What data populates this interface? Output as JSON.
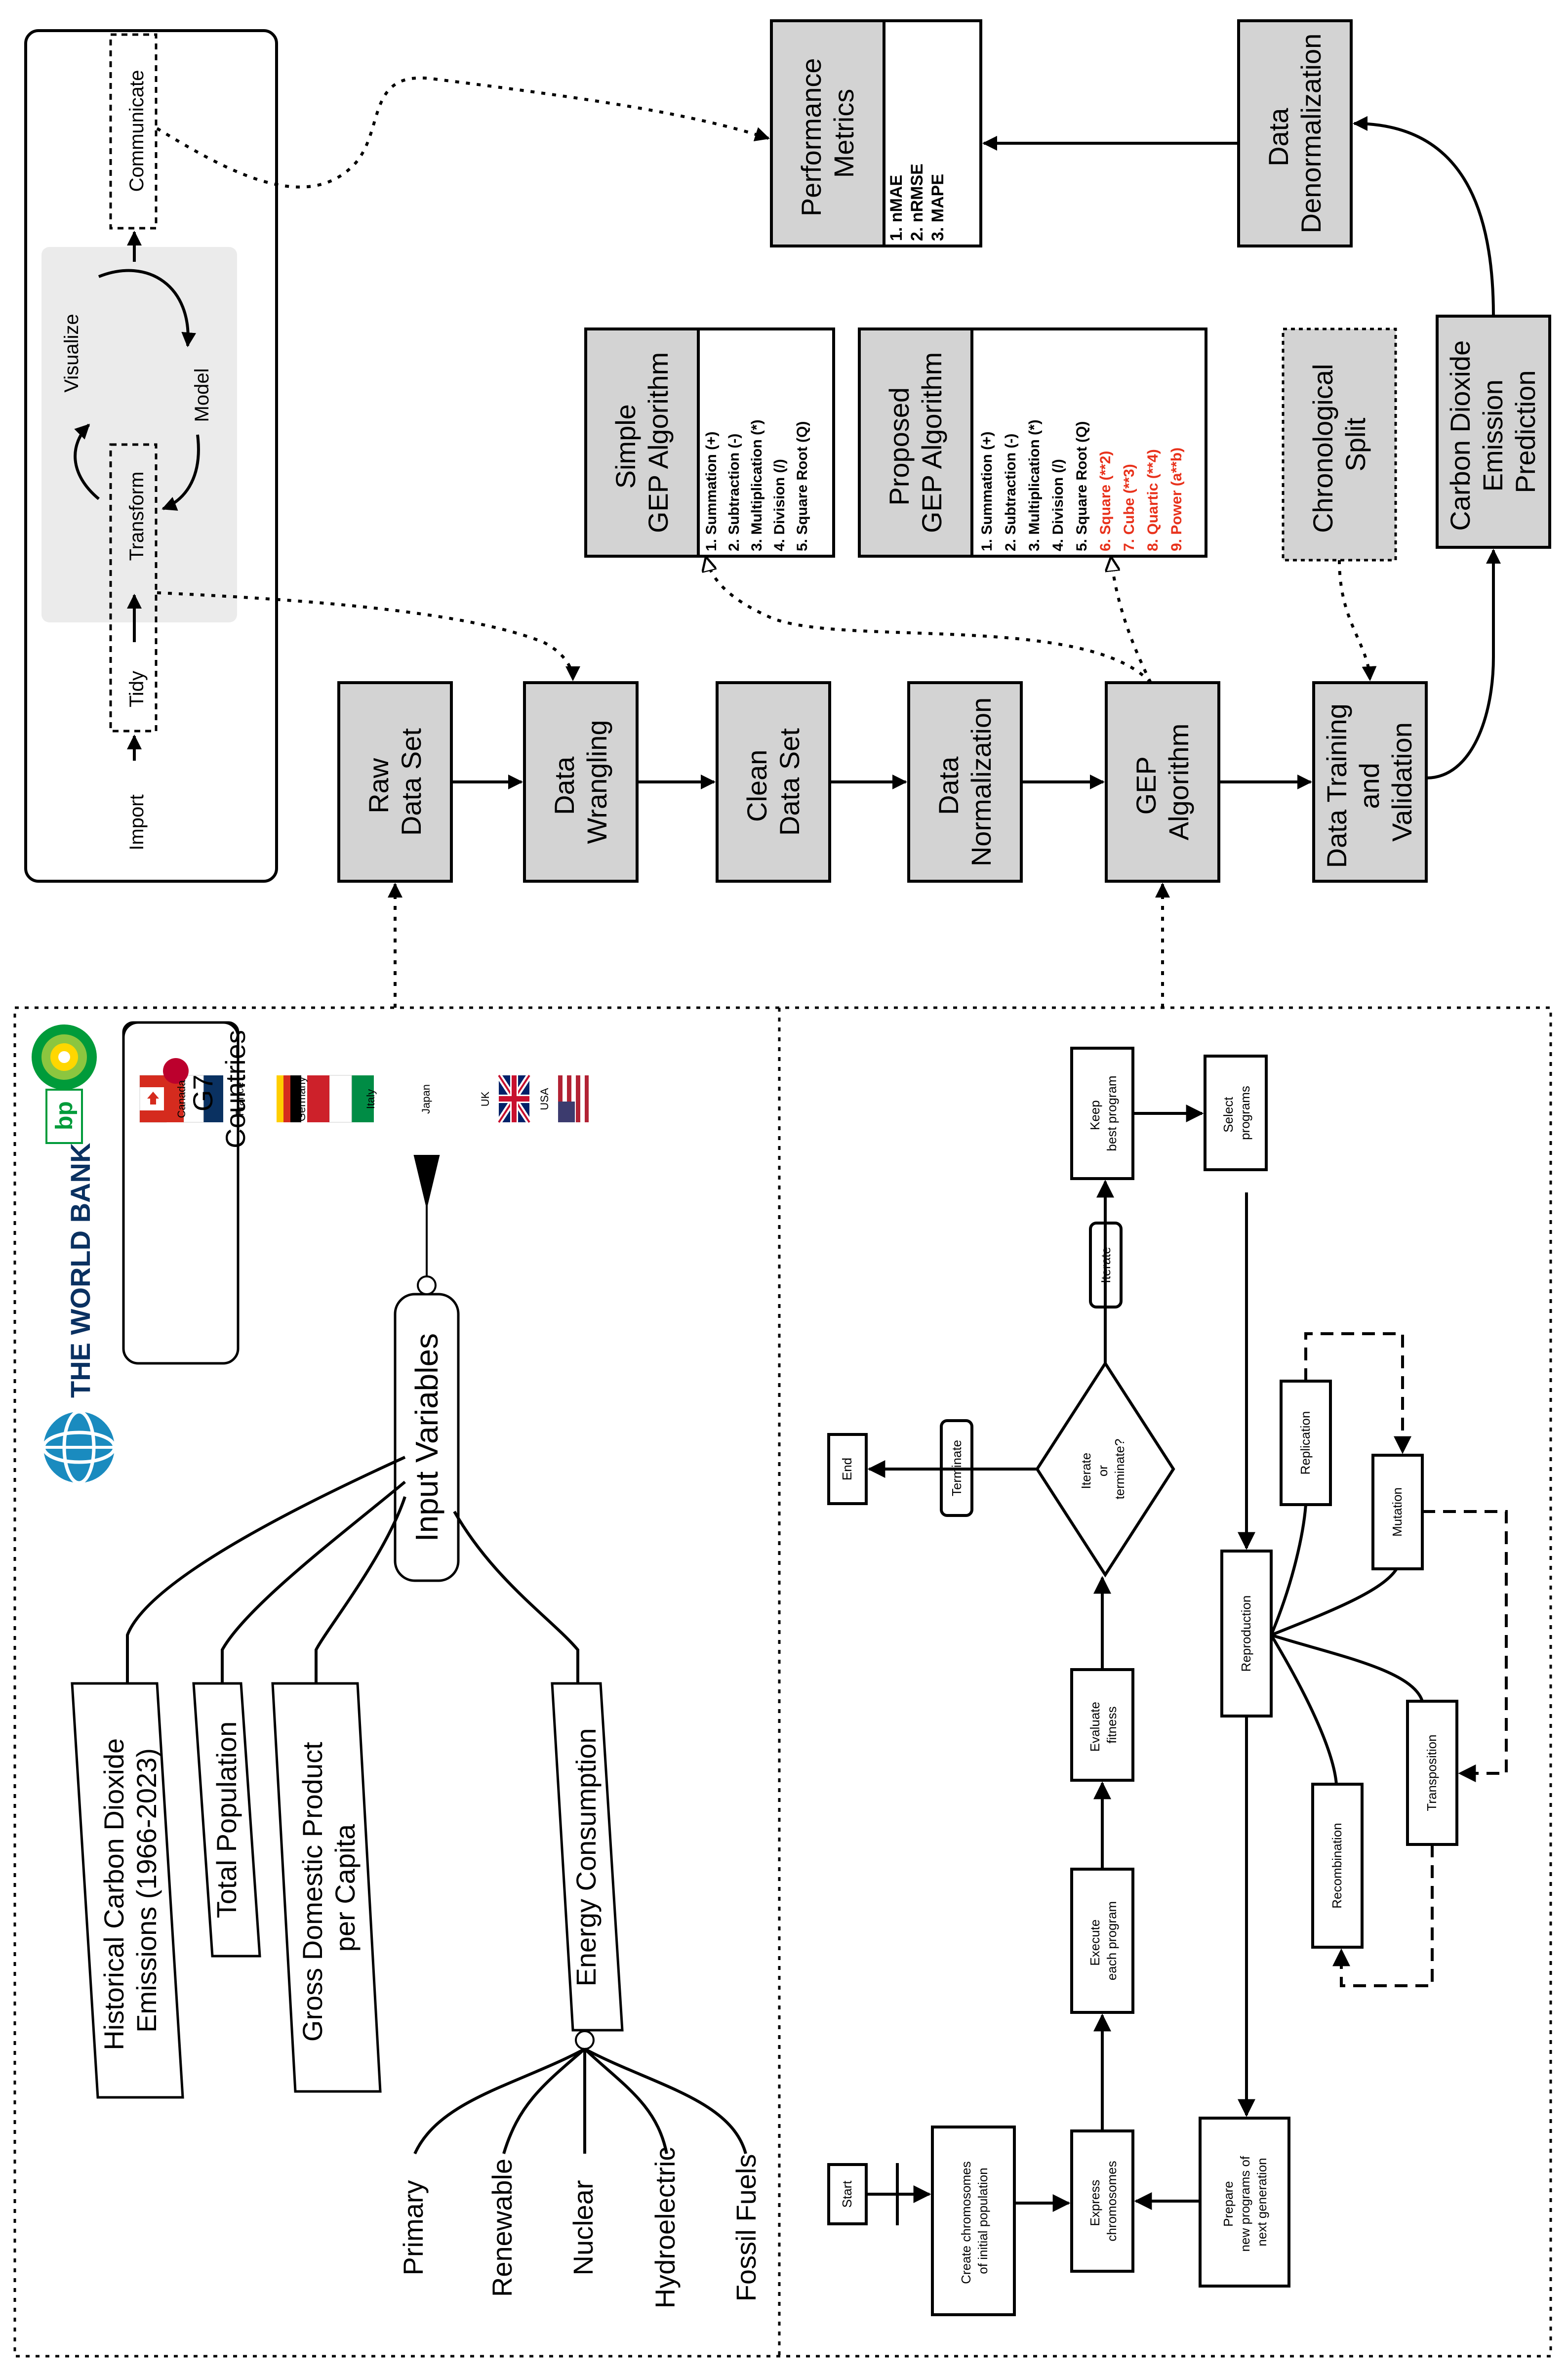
{
  "tidy_cycle": {
    "import": "Import",
    "tidy": "Tidy",
    "transform": "Transform",
    "visualize": "Visualize",
    "model": "Model",
    "communicate": "Communicate"
  },
  "pipeline": {
    "raw_data": [
      "Raw",
      "Data Set"
    ],
    "data_wrangling": [
      "Data",
      "Wrangling"
    ],
    "clean_data": [
      "Clean",
      "Data Set"
    ],
    "data_normalization": [
      "Data",
      "Normalization"
    ],
    "gep_algorithm": [
      "GEP",
      "Algorithm"
    ],
    "training": [
      "Data Training",
      "and",
      "Validation"
    ],
    "prediction": [
      "Carbon Dioxide",
      "Emission",
      "Prediction"
    ],
    "denormalization": [
      "Data",
      "Denormalization"
    ],
    "performance_metrics": [
      "Performance",
      "Metrics"
    ],
    "metrics": [
      "1. nMAE",
      "2. nRMSE",
      "3. MAPE"
    ],
    "chronological_split": [
      "Chronological",
      "Split"
    ],
    "simple_gep_title": [
      "Simple",
      "GEP Algorithm"
    ],
    "simple_gep_ops": [
      "1. Summation (+)",
      "2. Subtraction (-)",
      "3. Multiplication (*)",
      "4. Division (/)",
      "5. Square Root (Q)"
    ],
    "proposed_gep_title": [
      "Proposed",
      "GEP Algorithm"
    ],
    "proposed_gep_ops": [
      "1. Summation (+)",
      "2. Subtraction (-)",
      "3. Multiplication (*)",
      "4. Division (/)",
      "5. Square Root (Q)"
    ],
    "proposed_gep_new_ops": [
      "6. Square (**2)",
      "7. Cube (**3)",
      "8. Quartic (**4)",
      "9. Power (a**b)"
    ]
  },
  "inputs": {
    "world_bank": "THE WORLD BANK",
    "bp": "bp",
    "input_variables": "Input Variables",
    "historical": [
      "Historical Carbon Dioxide",
      "Emissions (1966-2023)"
    ],
    "population": "Total Population",
    "gdp": [
      "Gross Domestic Product",
      "per Capita"
    ],
    "energy": "Energy Consumption",
    "energy_types": [
      "Primary",
      "Renewable",
      "Nuclear",
      "Hydroelectric",
      "Fossil Fuels"
    ],
    "countries_title": [
      "G7",
      "Countries"
    ],
    "countries": [
      "Canada",
      "France",
      "Germany",
      "Italy",
      "Japan",
      "UK",
      "USA"
    ]
  },
  "gep_flow": {
    "start": "Start",
    "create": [
      "Create chromosomes",
      "of initial population"
    ],
    "express": [
      "Express",
      "chromosomes"
    ],
    "execute": [
      "Execute",
      "each program"
    ],
    "evaluate": [
      "Evaluate",
      "fitness"
    ],
    "decision": [
      "Iterate",
      "or",
      "terminate?"
    ],
    "terminate": "Terminate",
    "end": "End",
    "iterate": "Iterate",
    "keep": [
      "Keep",
      "best program"
    ],
    "select": [
      "Select",
      "programs"
    ],
    "reproduction": "Reproduction",
    "replication": "Replication",
    "mutation": "Mutation",
    "transposition": "Transposition",
    "recombination": "Recombination",
    "prepare": [
      "Prepare",
      "new programs of",
      "next generation"
    ]
  },
  "colors": {
    "box_fill": "#d3d3d3",
    "highlight": "#e8321c",
    "flag_red": "#d52b1e",
    "flag_blue": "#0a3161",
    "flag_green": "#008c45",
    "flag_gold": "#ffce00",
    "wb_blue": "#1a8bbf",
    "bp_green": "#009b3a",
    "bp_yellow": "#ffd700"
  },
  "icons": [
    "world-bank-globe-icon",
    "bp-helios-icon",
    "canada-flag-icon",
    "france-flag-icon",
    "germany-flag-icon",
    "italy-flag-icon",
    "japan-flag-icon",
    "uk-flag-icon",
    "usa-flag-icon"
  ]
}
